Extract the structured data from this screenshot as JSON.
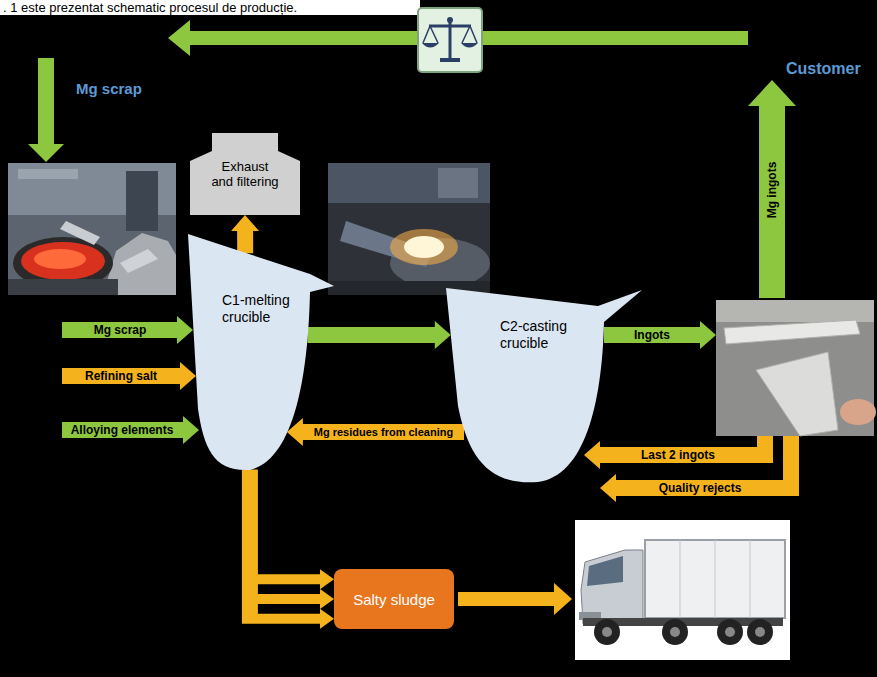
{
  "diagram": {
    "nodes": [
      {
        "text": [
          "Exhaust and filtering"
        ]
      },
      {
        "text": [
          "C1-melting crucible"
        ]
      },
      {
        "text": [
          "C2-casting crucible"
        ]
      },
      {
        "text": [
          "Salty sludge"
        ]
      }
    ],
    "edges": [
      {
        "from": 1,
        "to": 0,
        "arrow": "to"
      },
      {
        "from": 1,
        "to": 2,
        "arrow": "to"
      },
      {
        "from": 2,
        "to": 1,
        "label": "Mg residues from cleaning",
        "arrow": "to"
      },
      {
        "from": 1,
        "to": 3,
        "arrow": "to"
      }
    ],
    "labels": [
      ". 1 este prezentat schematic procesul de producție.",
      "Mg scrap",
      "Customer",
      "Mg ingots",
      "Mg scrap",
      "Refining salt",
      "Alloying elements",
      "Ingots",
      "Last 2 ingots",
      "Quality rejects"
    ]
  }
}
